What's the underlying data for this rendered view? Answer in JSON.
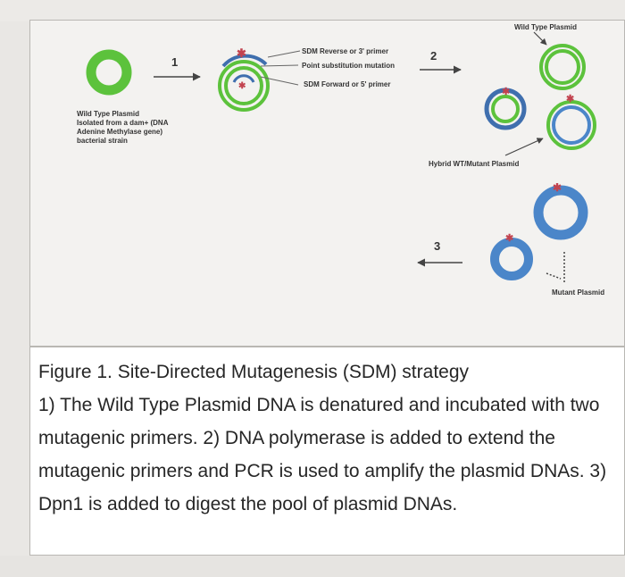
{
  "diagram": {
    "left_plasmid_label": [
      "Wild Type Plasmid",
      "Isolated from a dam+ (DNA",
      "Adenine Methylase gene)",
      "bacterial strain"
    ],
    "step1": "1",
    "step2": "2",
    "step3": "3",
    "primer_labels": {
      "reverse": "SDM Reverse or 3' primer",
      "mutation": "Point substitution mutation",
      "forward": "SDM Forward or 5' primer"
    },
    "wild_type_label": "Wild Type Plasmid",
    "hybrid_label": "Hybrid WT/Mutant Plasmid",
    "mutant_label": "Mutant Plasmid",
    "colors": {
      "wild_type_green": "#5cc23c",
      "mutant_blue": "#4b86c9",
      "mutation_star": "#c2434f"
    }
  },
  "caption": {
    "title": "Figure 1. Site-Directed Mutagenesis (SDM) strategy",
    "body": "1) The Wild Type Plasmid DNA is denatured and incubated with two mutagenic primers. 2) DNA polymerase is added to extend the mutagenic primers and PCR is used to amplify the plasmid DNAs. 3) Dpn1 is added to digest the pool of plasmid DNAs."
  }
}
